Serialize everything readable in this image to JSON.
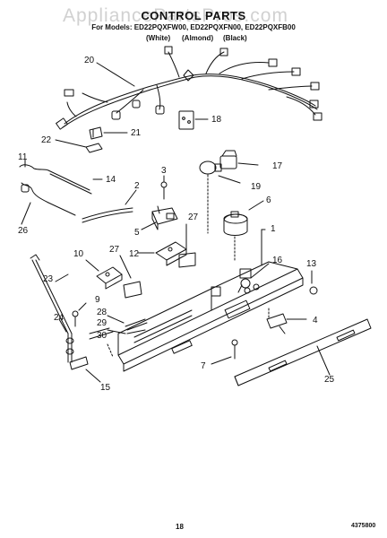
{
  "header": {
    "title": "CONTROL PARTS",
    "models": "For Models: ED22PQXFW00, ED22PQXFN00, ED22PQXFB00",
    "variants": [
      "(White)",
      "(Almond)",
      "(Black)"
    ],
    "watermark": "AppliancePartsPros.com"
  },
  "callouts": [
    "20",
    "18",
    "21",
    "22",
    "11",
    "14",
    "3",
    "17",
    "19",
    "2",
    "6",
    "27",
    "5",
    "26",
    "1",
    "10",
    "12",
    "27",
    "16",
    "13",
    "23",
    "9",
    "28",
    "24",
    "29",
    "30",
    "4",
    "7",
    "15",
    "25"
  ],
  "footer": {
    "page_number": "18",
    "document_number": "4375800"
  }
}
